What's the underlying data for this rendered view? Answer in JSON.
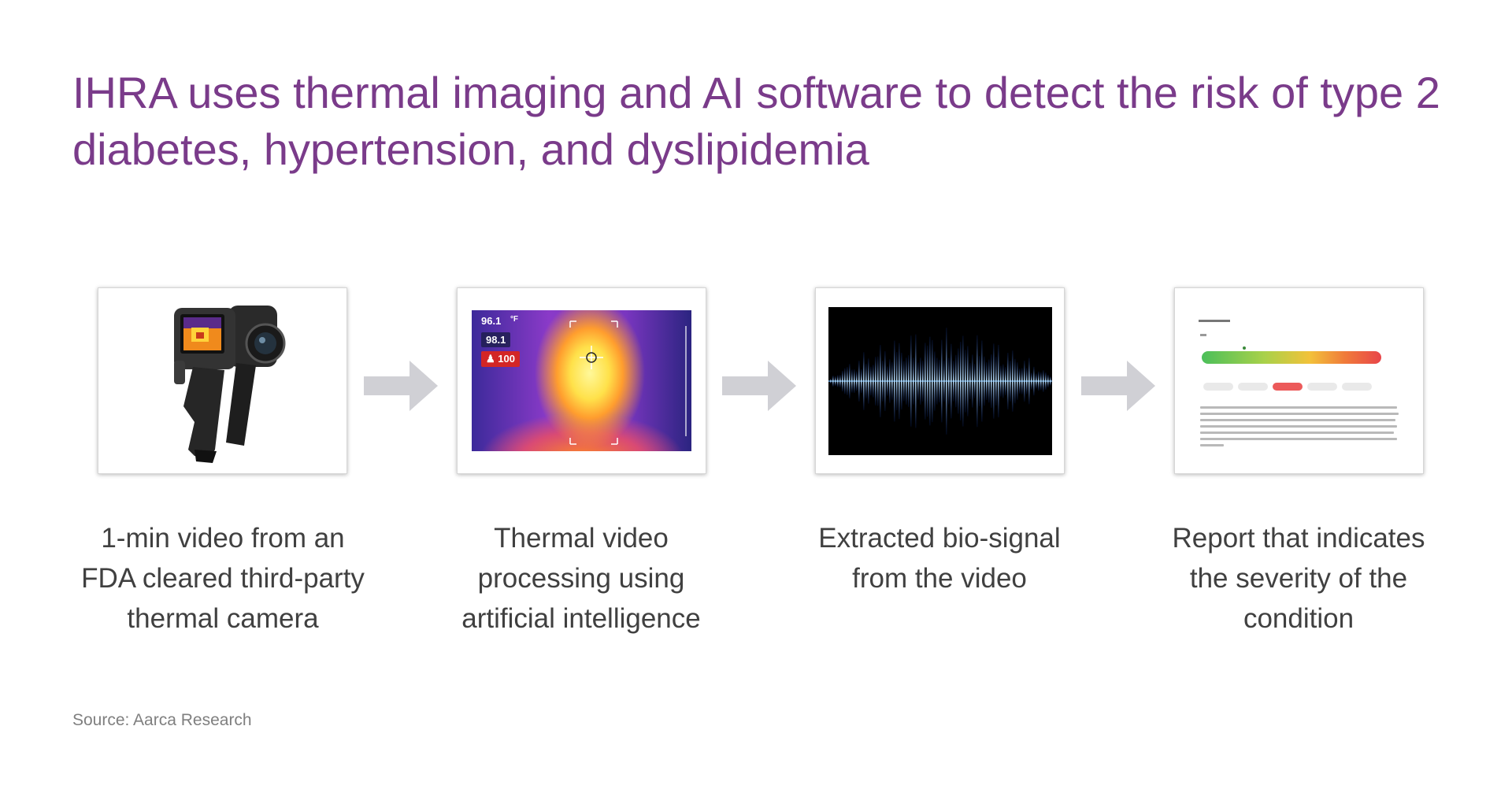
{
  "title": "IHRA uses thermal imaging and AI software to detect the risk of type 2 diabetes, hypertension, and dyslipidemia",
  "steps": [
    {
      "caption": "1-min video from an FDA cleared third-party thermal camera",
      "image": "thermal-camera"
    },
    {
      "caption": "Thermal video processing using artificial intelligence",
      "image": "thermal-face"
    },
    {
      "caption": "Extracted bio-signal from the video",
      "image": "bio-signal-wave"
    },
    {
      "caption": "Report that indicates the severity of the condition",
      "image": "severity-report"
    }
  ],
  "thermal_readouts": {
    "top": "96.1",
    "unit": "°F",
    "middle": "98.1",
    "count": "100"
  },
  "source": "Source: Aarca Research",
  "colors": {
    "title": "#7a3b8a",
    "caption": "#404040",
    "arrow": "#d0d0d5",
    "source": "#7f7f7f"
  }
}
